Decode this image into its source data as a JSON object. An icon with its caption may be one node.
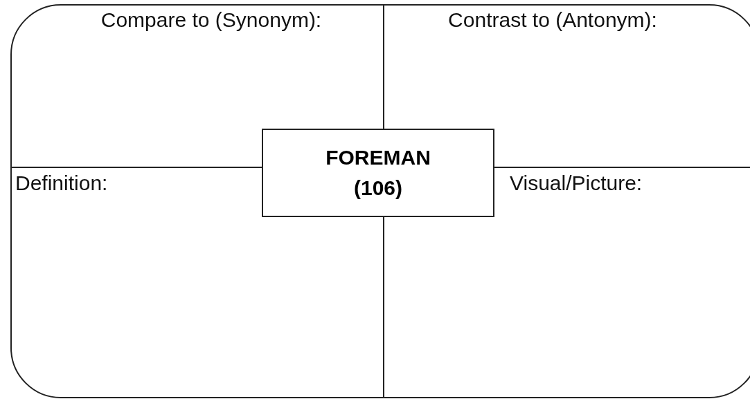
{
  "diagram": {
    "nodes": [
      {
        "text": [
          "Compare to (Synonym):"
        ]
      },
      {
        "text": [
          "Contrast to (Antonym):"
        ]
      },
      {
        "text": [
          "Definition:"
        ]
      },
      {
        "text": [
          "Visual/Picture:"
        ]
      },
      {
        "text": [
          "FOREMAN (106)"
        ]
      }
    ]
  }
}
